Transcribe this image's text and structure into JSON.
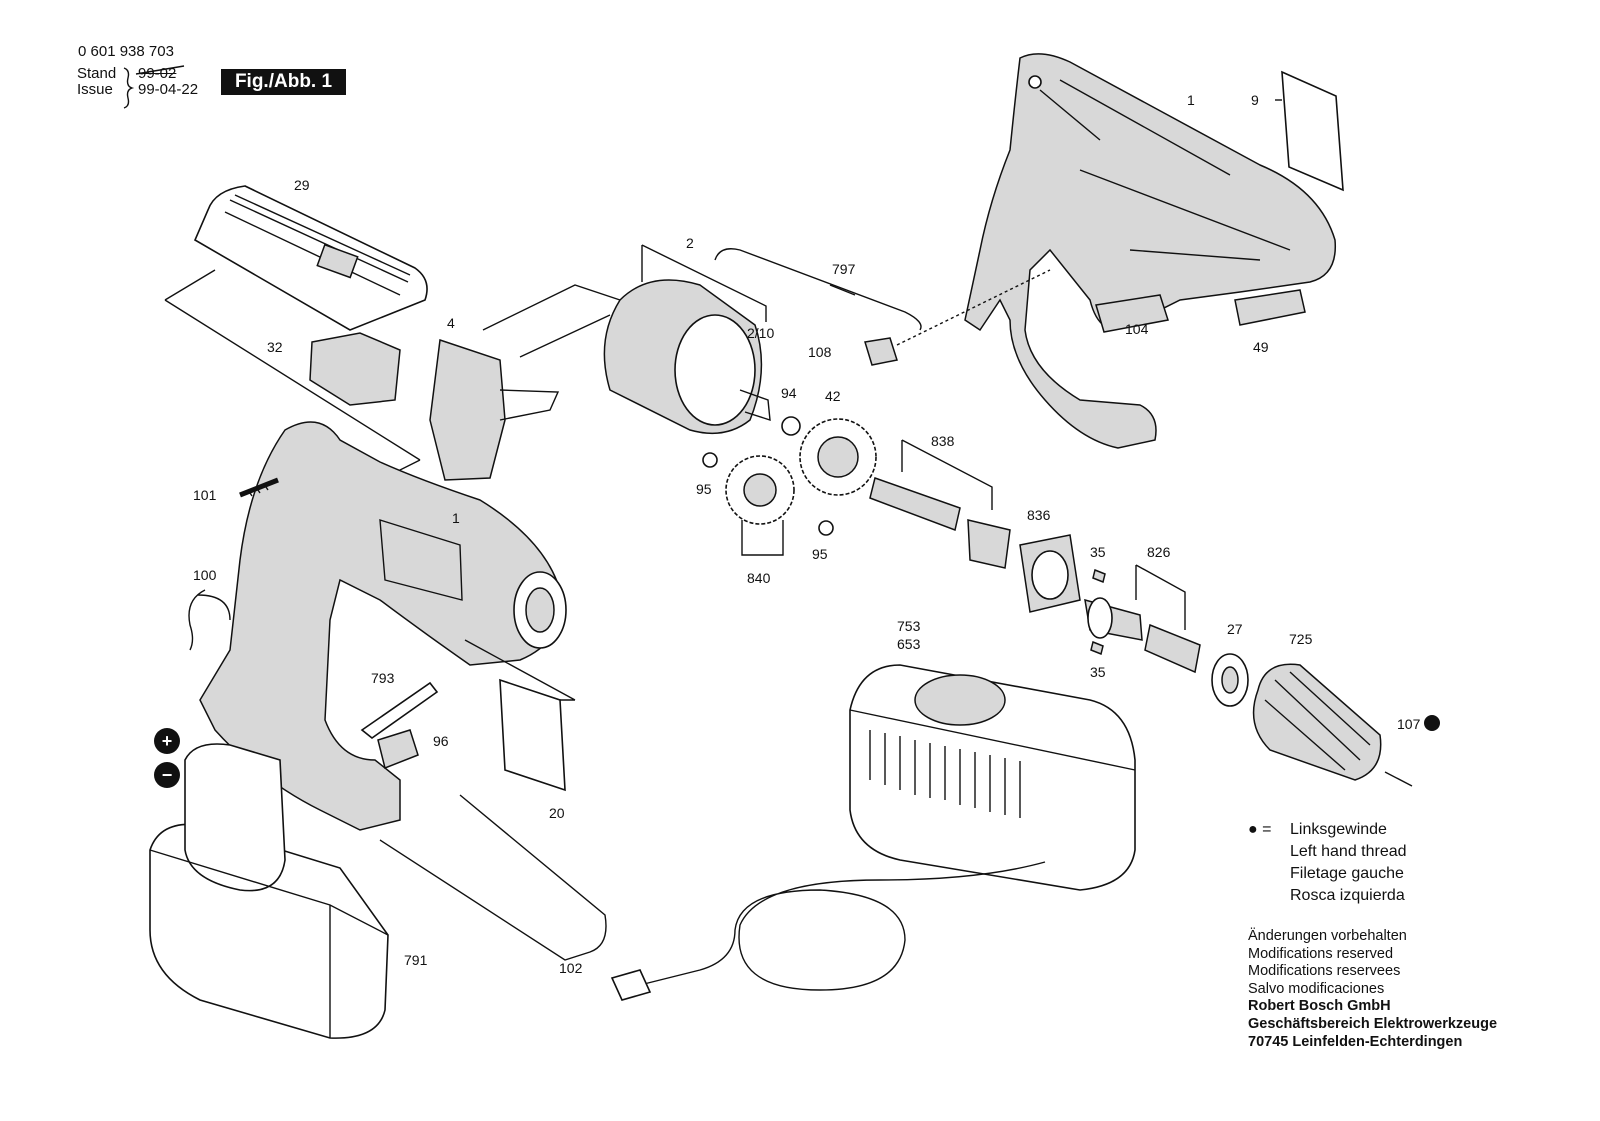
{
  "header": {
    "doc_number": "0 601 938 703",
    "stand_label": "Stand",
    "issue_label": "Issue",
    "stand_date_struck": "99-02",
    "issue_date": "99-04-22",
    "figure_title": "Fig./Abb. 1"
  },
  "callouts": [
    "1",
    "9",
    "29",
    "2",
    "797",
    "4",
    "32",
    "2/10",
    "108",
    "104",
    "49",
    "94",
    "42",
    "838",
    "95",
    "95",
    "840",
    "101",
    "1",
    "836",
    "35",
    "826",
    "100",
    "753",
    "653",
    "35",
    "27",
    "725",
    "793",
    "96",
    "107",
    "20",
    "791",
    "102"
  ],
  "legend": {
    "symbol_text": "● =",
    "lines": [
      "Linksgewinde",
      "Left hand thread",
      "Filetage gauche",
      "Rosca izquierda"
    ]
  },
  "notes": {
    "lines": [
      "Änderungen vorbehalten",
      "Modifications reserved",
      "Modifications reservees",
      "Salvo modificaciones"
    ],
    "company": [
      "Robert Bosch GmbH",
      "Geschäftsbereich Elektrowerkzeuge",
      "70745 Leinfelden-Echterdingen"
    ]
  },
  "battery_polarity": {
    "plus": "+",
    "minus": "−"
  }
}
